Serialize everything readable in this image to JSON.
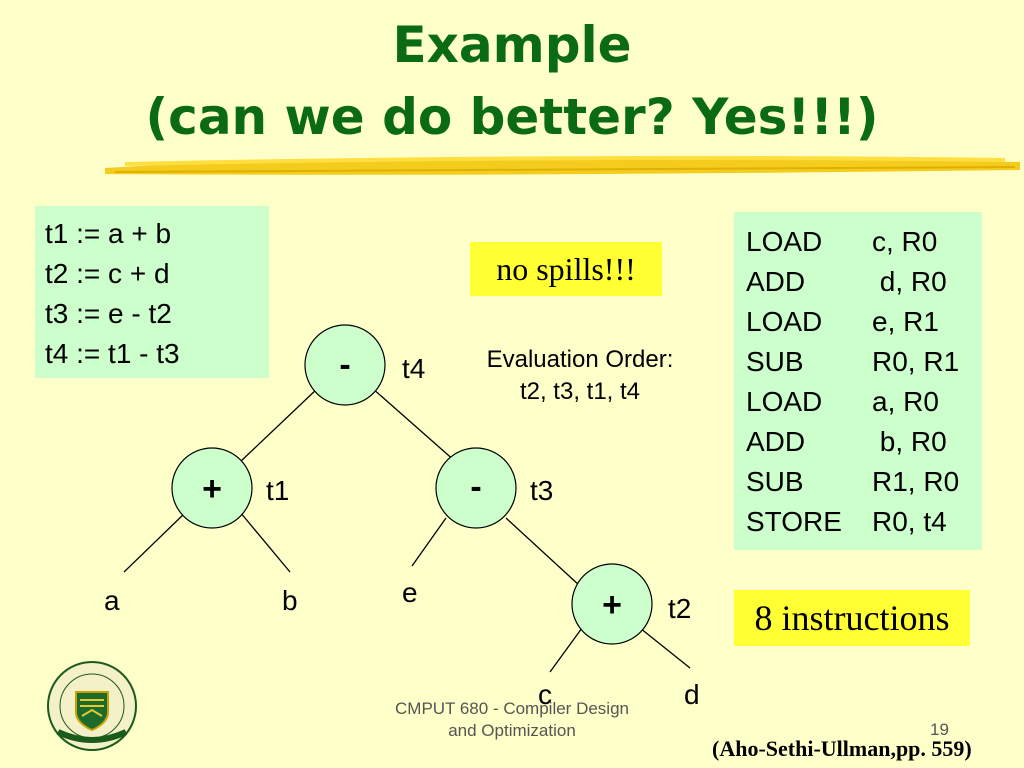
{
  "title": {
    "line1": "Example",
    "line2": "(can we do better? Yes!!!)"
  },
  "code": [
    "t1 := a + b",
    "t2 := c + d",
    "t3 := e - t2",
    "t4 := t1 - t3"
  ],
  "no_spills": "no spills!!!",
  "evaluation_order": {
    "label": "Evaluation Order:",
    "value": "t2, t3, t1, t4"
  },
  "tree": {
    "nodes": [
      {
        "op": "-",
        "name": "t4"
      },
      {
        "op": "+",
        "name": "t1"
      },
      {
        "op": "-",
        "name": "t3"
      },
      {
        "op": "+",
        "name": "t2"
      }
    ],
    "leaves": [
      "a",
      "b",
      "e",
      "c",
      "d"
    ]
  },
  "assembly": [
    {
      "op": "LOAD",
      "args": "c, R0"
    },
    {
      "op": "ADD",
      "args": " d, R0"
    },
    {
      "op": "LOAD",
      "args": "e, R1"
    },
    {
      "op": "SUB",
      "args": "R0, R1"
    },
    {
      "op": "LOAD",
      "args": "a, R0"
    },
    {
      "op": "ADD",
      "args": " b, R0"
    },
    {
      "op": "SUB",
      "args": "R1, R0"
    },
    {
      "op": "STORE",
      "args": "R0, t4"
    }
  ],
  "instructions_count": "8 instructions",
  "footer": {
    "course_line1": "CMPUT 680 - Compiler Design",
    "course_line2": "and Optimization",
    "page_number": "19"
  },
  "citation": "(Aho-Sethi-Ullman,pp. 559)",
  "colors": {
    "background": "#ffffc9",
    "title": "#0a6b12",
    "green_box": "#ccffcc",
    "highlight": "#ffff33"
  }
}
